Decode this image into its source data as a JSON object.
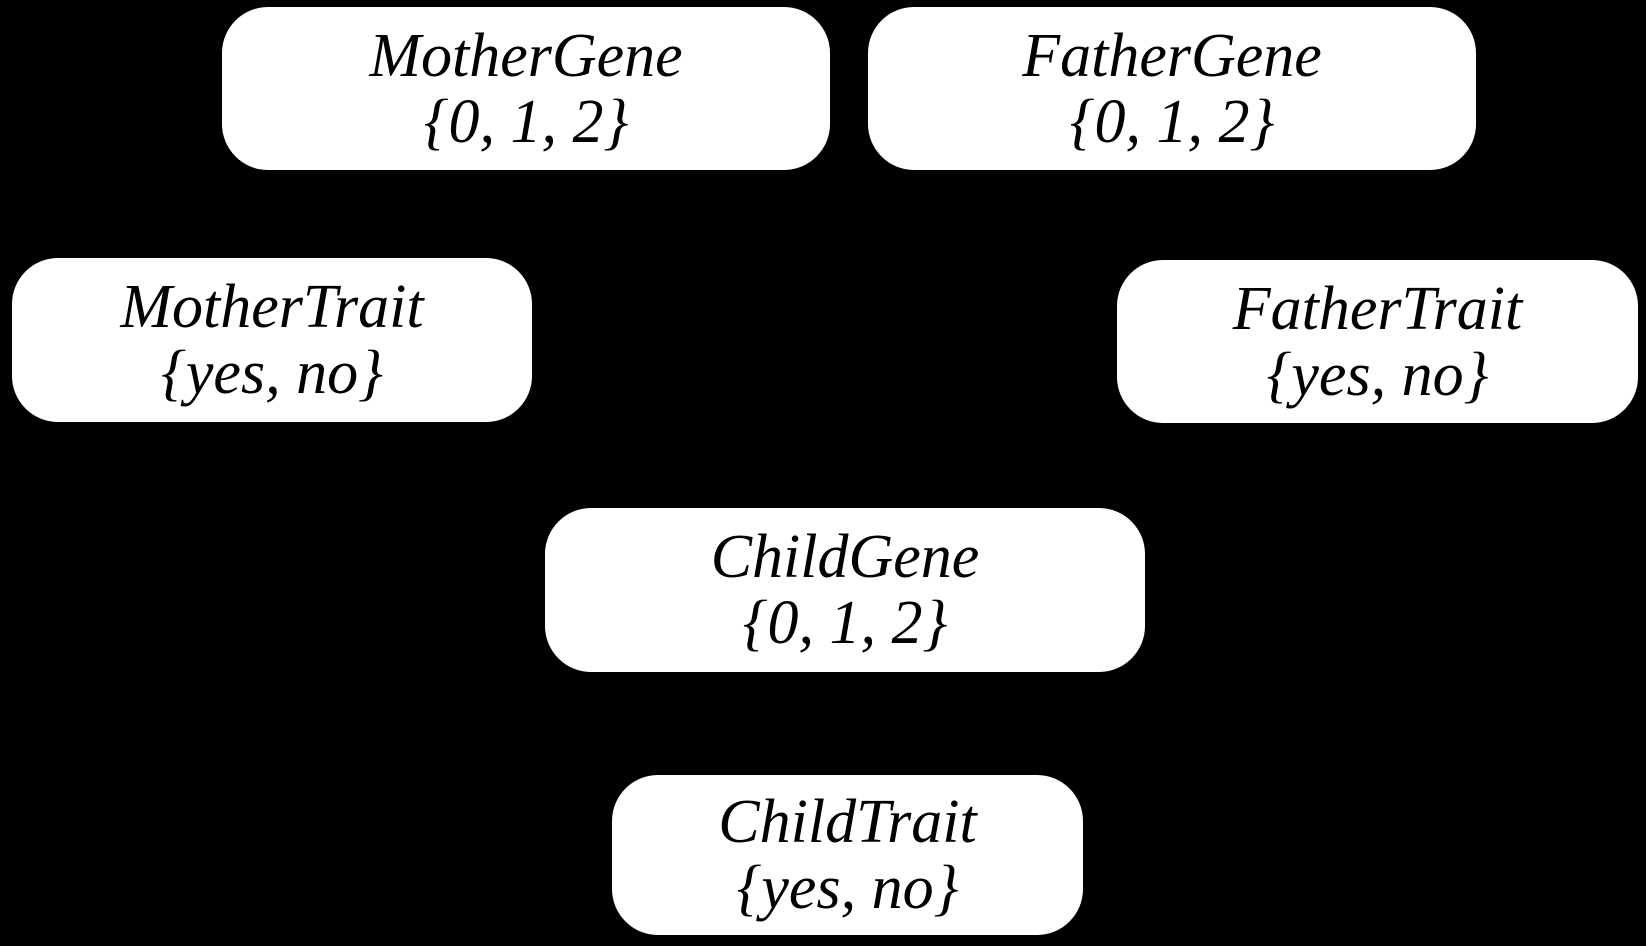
{
  "diagram": {
    "type": "bayesian-network",
    "background_color": "#000000",
    "node_fill_color": "#ffffff",
    "node_text_color": "#000000",
    "nodes": [
      {
        "id": "mother-gene",
        "label": "MotherGene",
        "values": "{0, 1, 2}"
      },
      {
        "id": "father-gene",
        "label": "FatherGene",
        "values": "{0, 1, 2}"
      },
      {
        "id": "mother-trait",
        "label": "MotherTrait",
        "values": "{yes, no}"
      },
      {
        "id": "father-trait",
        "label": "FatherTrait",
        "values": "{yes, no}"
      },
      {
        "id": "child-gene",
        "label": "ChildGene",
        "values": "{0, 1, 2}"
      },
      {
        "id": "child-trait",
        "label": "ChildTrait",
        "values": "{yes, no}"
      }
    ]
  }
}
